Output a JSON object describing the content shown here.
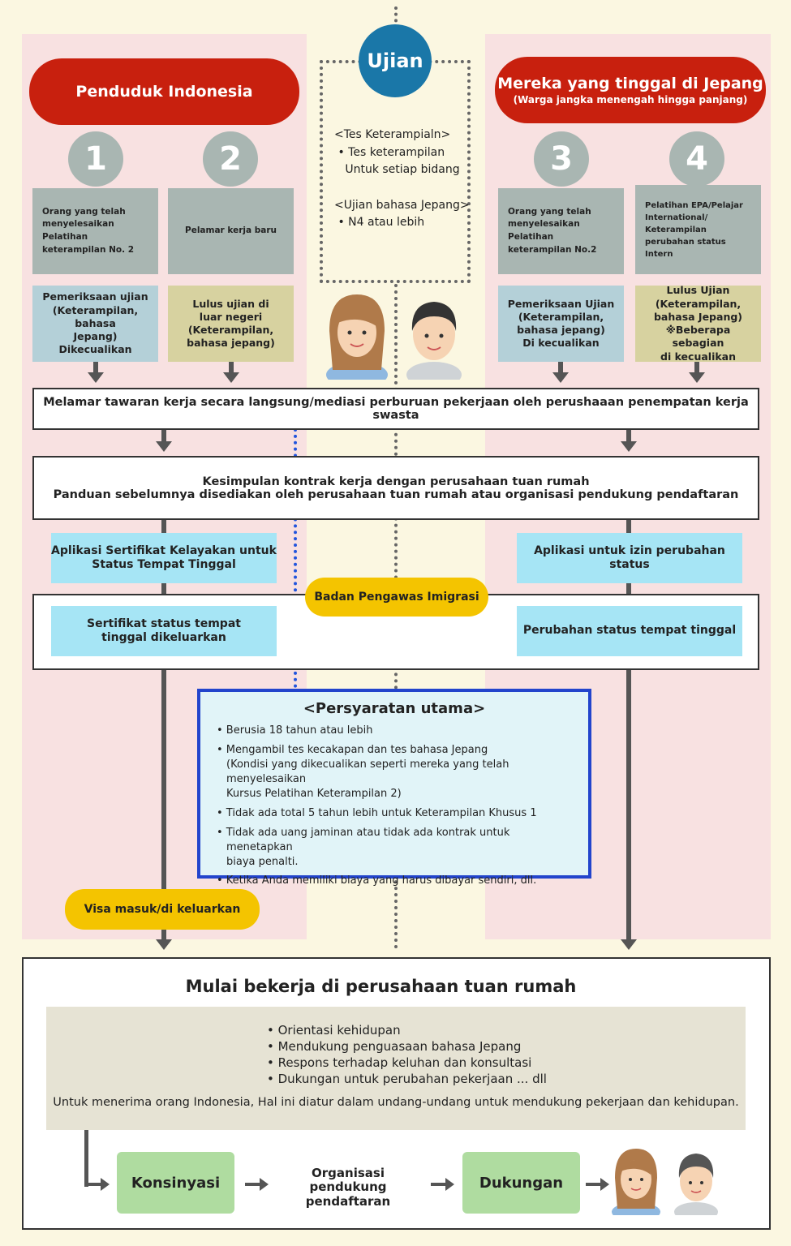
{
  "exam": {
    "circle_label": "Ujian",
    "lines": "<Tes Keterampialn>\n • Tes keterampilan\n   Untuk setiap bidang\n\n<Ujian bahasa Jepang>\n • N4 atau lebih"
  },
  "left_group": {
    "title": "Penduduk Indonesia",
    "col1": {
      "number": "1",
      "desc": "Orang yang telah menyelesaikan Pelatihan keterampilan No. 2",
      "result": "Pemeriksaan ujian\n(Keterampilan, bahasa\nJepang)\nDikecualikan"
    },
    "col2": {
      "number": "2",
      "desc": "Pelamar kerja baru",
      "result": "Lulus ujian di\nluar negeri\n(Keterampilan,\nbahasa jepang)"
    }
  },
  "right_group": {
    "title": "Mereka yang tinggal di Jepang",
    "subtitle": "(Warga jangka menengah hingga panjang)",
    "col3": {
      "number": "3",
      "desc": "Orang yang telah menyelesaikan Pelatihan keterampilan No.2",
      "result": "Pemeriksaan Ujian\n(Keterampilan,\nbahasa jepang)\nDi kecualikan"
    },
    "col4": {
      "number": "4",
      "desc": "Pelatihan EPA/Pelajar International/ Keterampilan perubahan status Intern",
      "result": "Lulus Ujian\n(Keterampilan,\nbahasa Jepang)\n※Beberapa sebagian\ndi kecualikan"
    }
  },
  "steps": {
    "apply": "Melamar tawaran kerja secara langsung/mediasi perburuan pekerjaan oleh perushaaan penempatan kerja swasta",
    "contract_line1": "Kesimpulan kontrak kerja dengan perusahaan tuan rumah",
    "contract_line2": "Panduan sebelumnya disediakan oleh perusahaan tuan rumah atau organisasi pendukung pendaftaran",
    "left_application": "Aplikasi  Sertifikat Kelayakan untuk\nStatus Tempat Tinggal",
    "right_application": "Aplikasi untuk izin perubahan status",
    "immigration": "Badan Pengawas Imigrasi",
    "left_issued": "Sertifikat status tempat\ntinggal dikeluarkan",
    "right_issued": "Perubahan status tempat tinggal",
    "visa": "Visa masuk/di keluarkan"
  },
  "requirements": {
    "title": "<Persyaratan utama>",
    "items": [
      "• Berusia 18 tahun atau lebih",
      "• Mengambil tes kecakapan dan tes bahasa Jepang\n (Kondisi yang dikecualikan seperti mereka yang telah menyelesaikan\n  Kursus Pelatihan Keterampilan 2)",
      "• Tidak ada total 5 tahun lebih  untuk Keterampilan Khusus 1",
      "• Tidak ada uang jaminan atau tidak ada kontrak untuk menetapkan\n  biaya penalti.",
      "• Ketika Anda memiliki biaya yang harus dibayar sendiri, dll."
    ]
  },
  "final": {
    "title": "Mulai bekerja di perusahaan tuan rumah",
    "support_items": [
      "• Orientasi kehidupan",
      "• Mendukung penguasaan bahasa Jepang",
      "• Respons terhadap keluhan dan konsultasi",
      "• Dukungan untuk perubahan pekerjaan ... dll"
    ],
    "note": "Untuk menerima orang Indonesia, Hal ini diatur dalam undang-undang untuk mendukung pekerjaan dan kehidupan.",
    "flow": {
      "consign": "Konsinyasi",
      "org": "Organisasi pendukung\npendaftaran",
      "support": "Dukungan"
    }
  },
  "colors": {
    "red": "#c8200e",
    "pink_panel": "#f8e1e1",
    "cream_bg": "#fbf7e1",
    "cyan": "#a6e5f5",
    "yellow": "#f4c400",
    "blue_border": "#2244cc",
    "green": "#afdca0"
  }
}
